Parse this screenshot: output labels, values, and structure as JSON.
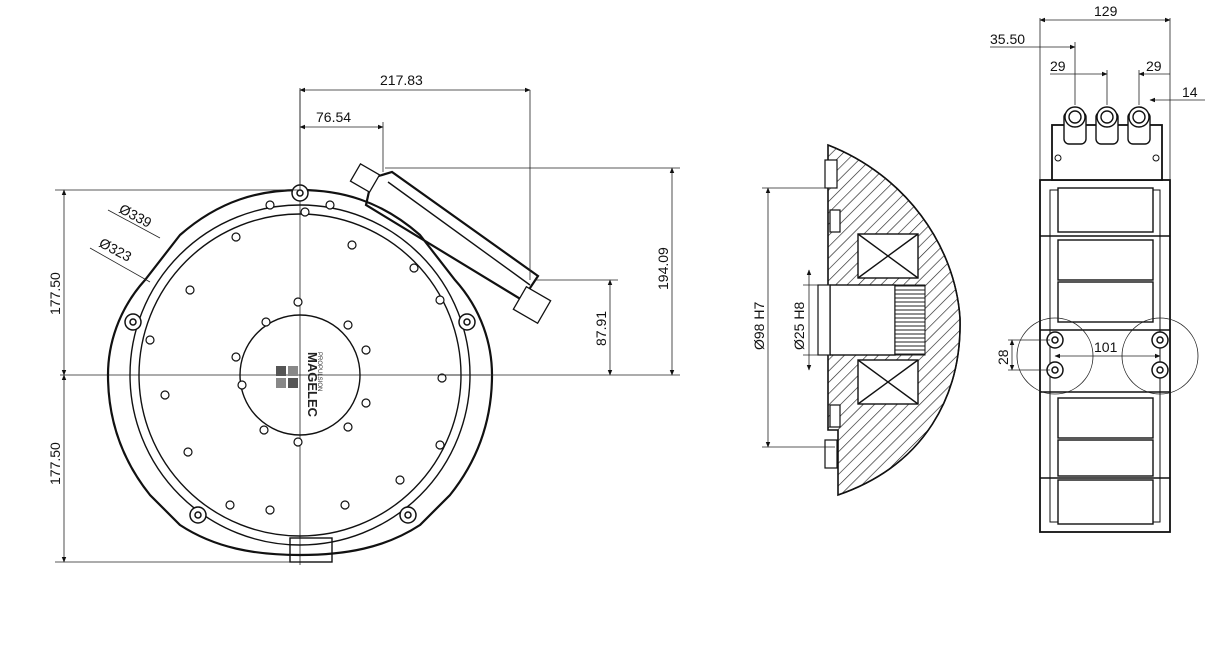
{
  "front_view": {
    "width_dim": "217.83",
    "offset_dim": "76.54",
    "height_dim": "194.09",
    "mid_dim": "87.91",
    "upper_half": "177.50",
    "lower_half": "177.50",
    "outer_diameter": "Ø339",
    "inner_diameter": "Ø323",
    "brand": "MAGELEC",
    "brand_sub": "PROPULSION"
  },
  "section_view": {
    "bore_diameter": "Ø98 H7",
    "shaft_diameter": "Ø25 H8"
  },
  "side_view": {
    "total_width": "129",
    "offset": "35.50",
    "connector_left": "29",
    "connector_right": "29",
    "edge": "14",
    "hole_spacing": "101",
    "hole_height": "28"
  },
  "colors": {
    "line": "#111111",
    "background": "#ffffff"
  }
}
